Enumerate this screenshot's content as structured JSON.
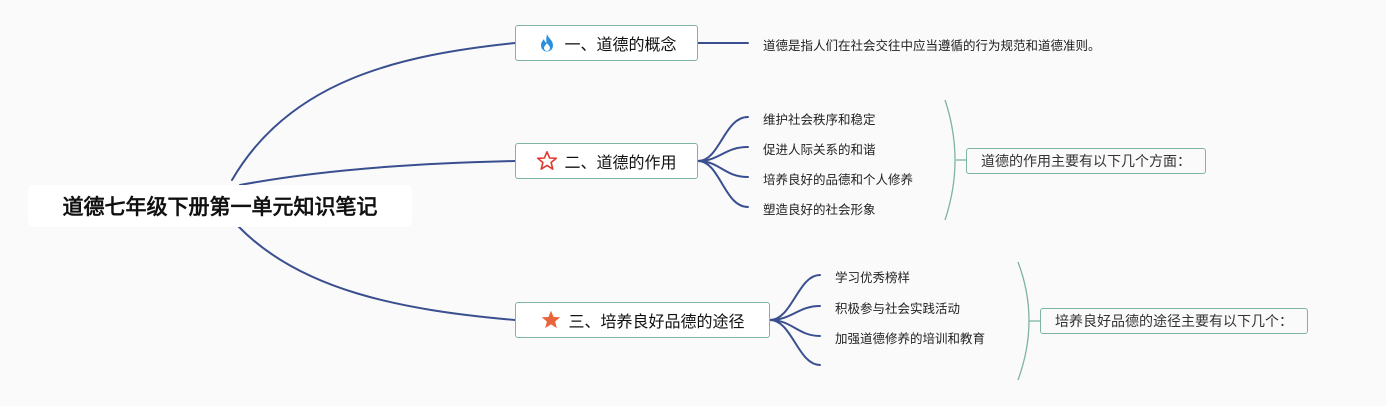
{
  "root": {
    "title": "道德七年级下册第一单元知识笔记"
  },
  "topics": [
    {
      "label": "一、道德的概念",
      "icon": "fire-icon",
      "items": [
        "道德是指人们在社会交往中应当遵循的行为规范和道德准则。"
      ]
    },
    {
      "label": "二、道德的作用",
      "icon": "star-outline-icon",
      "items": [
        "维护社会秩序和稳定",
        "促进人际关系的和谐",
        "培养良好的品德和个人修养",
        "塑造良好的社会形象"
      ],
      "summary": "道德的作用主要有以下几个方面："
    },
    {
      "label": "三、培养良好品德的途径",
      "icon": "star-filled-icon",
      "items": [
        "学习优秀榜样",
        "积极参与社会实践活动",
        "加强道德修养的培训和教育",
        ""
      ],
      "summary": "培养良好品德的途径主要有以下几个："
    }
  ],
  "colors": {
    "line": "#3a4f8f",
    "topic_border": "#7fb3a3",
    "fire": "#2b8fe0",
    "star_outline": "#e0392b",
    "star_filled": "#e8643a"
  }
}
